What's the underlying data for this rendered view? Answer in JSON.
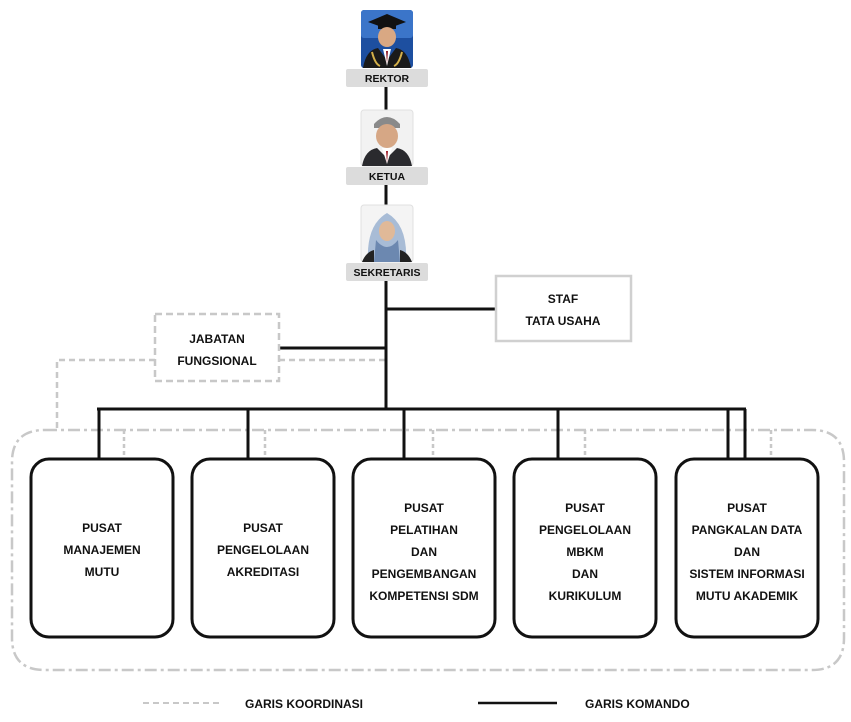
{
  "officials": [
    {
      "title": "REKTOR"
    },
    {
      "title": "KETUA"
    },
    {
      "title": "SEKRETARIS"
    }
  ],
  "staff": {
    "lines": [
      "STAF",
      "TATA USAHA"
    ]
  },
  "functional": {
    "lines": [
      "JABATAN",
      "FUNGSIONAL"
    ]
  },
  "centers": [
    {
      "lines": [
        "PUSAT",
        "MANAJEMEN",
        "MUTU"
      ]
    },
    {
      "lines": [
        "PUSAT",
        "PENGELOLAAN",
        "AKREDITASI"
      ]
    },
    {
      "lines": [
        "PUSAT",
        "PELATIHAN",
        "DAN",
        "PENGEMBANGAN",
        "KOMPETENSI SDM"
      ]
    },
    {
      "lines": [
        "PUSAT",
        "PENGELOLAAN",
        "MBKM",
        "DAN",
        "KURIKULUM"
      ]
    },
    {
      "lines": [
        "PUSAT",
        "PANGKALAN DATA",
        "DAN",
        "SISTEM INFORMASI",
        "MUTU AKADEMIK"
      ]
    }
  ],
  "legend": {
    "coordination": "GARIS KOORDINASI",
    "command": "GARIS KOMANDO"
  },
  "colors": {
    "command_line": "#111111",
    "coordination_line": "#c8c8c8",
    "label_bar": "#dcdcdc"
  }
}
